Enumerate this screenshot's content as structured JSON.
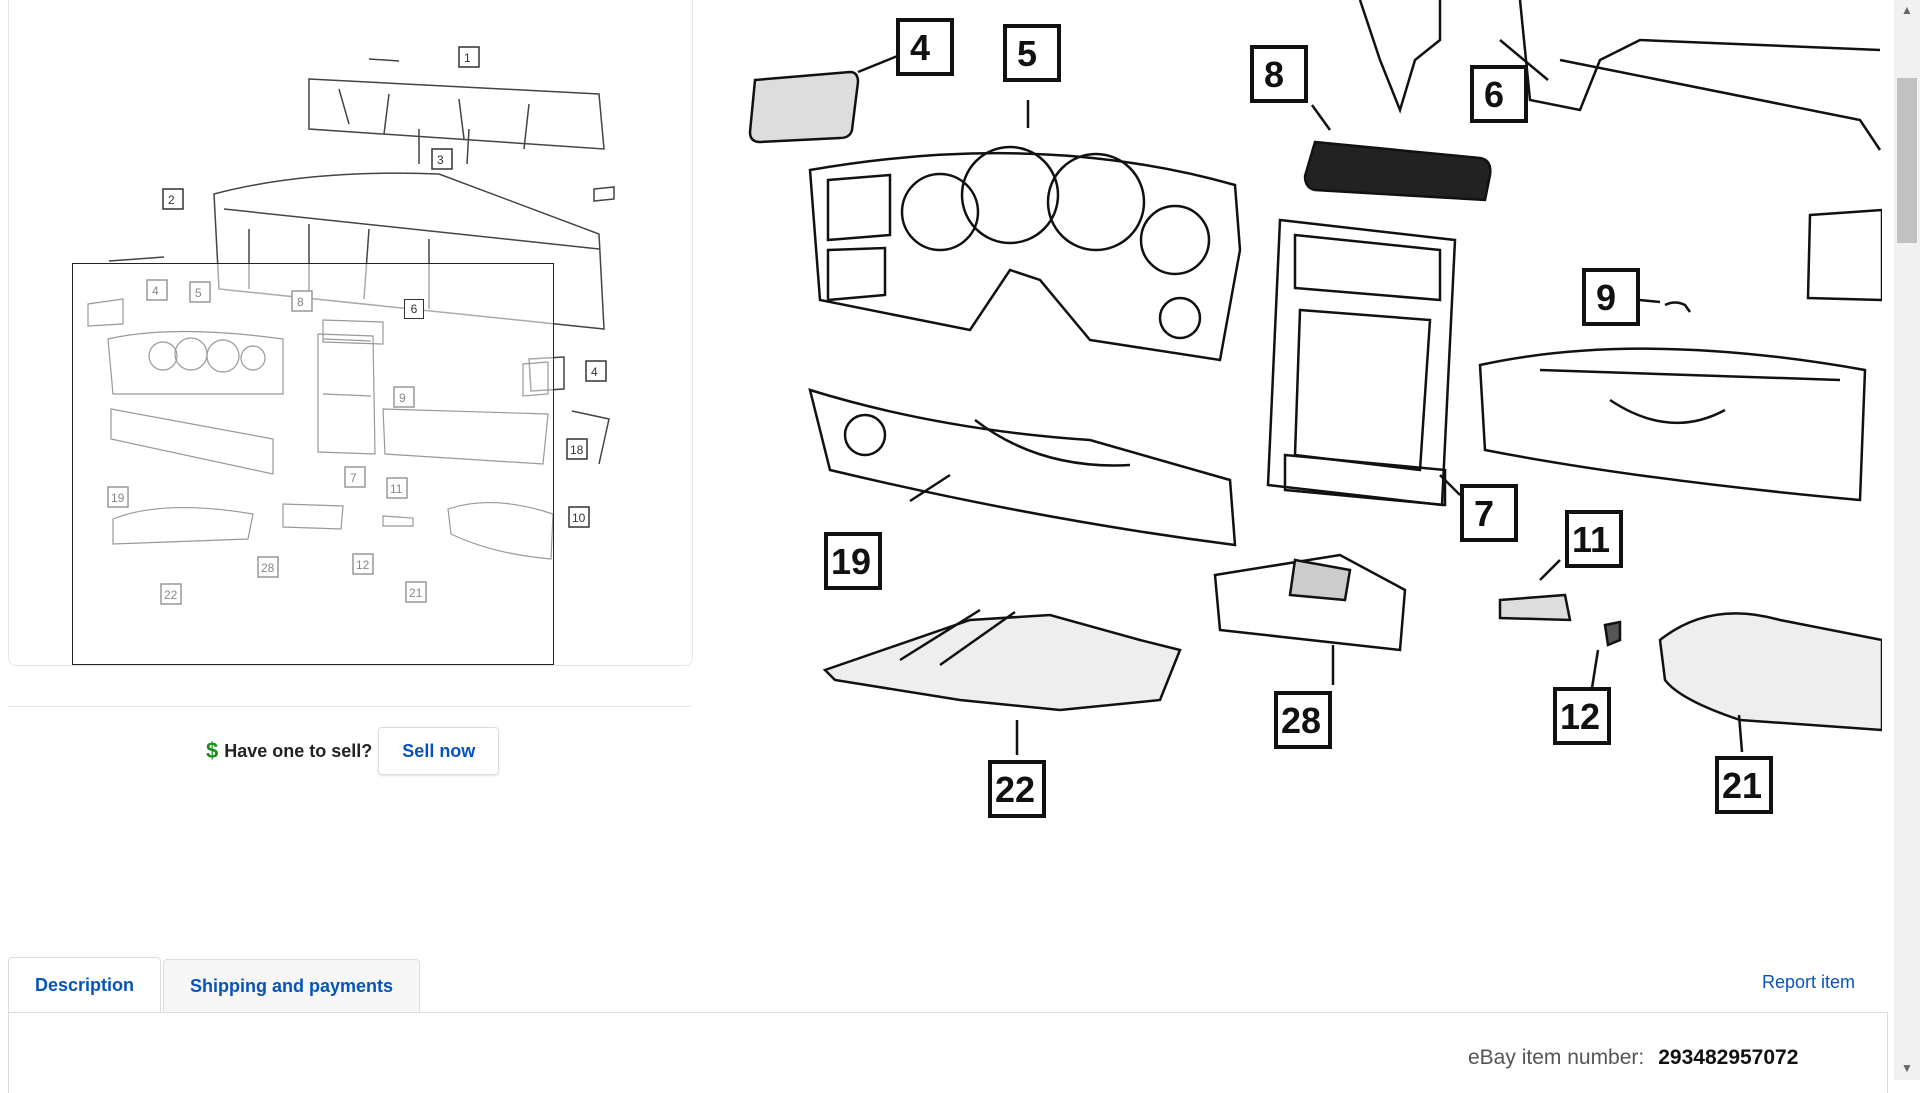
{
  "thumbnail": {
    "callouts": [
      "1",
      "2",
      "3",
      "4",
      "5",
      "6",
      "8",
      "4",
      "9",
      "18",
      "7",
      "11",
      "10",
      "19",
      "28",
      "12",
      "22",
      "21"
    ]
  },
  "sell": {
    "question": "Have one to sell?",
    "button": "Sell now"
  },
  "zoom": {
    "callouts": [
      "4",
      "5",
      "8",
      "6",
      "9",
      "7",
      "19",
      "11",
      "28",
      "12",
      "22",
      "21"
    ]
  },
  "tabs": [
    "Description",
    "Shipping and payments"
  ],
  "report_label": "Report item",
  "item_number": {
    "label": "eBay item number:",
    "value": "293482957072"
  },
  "colors": {
    "link": "#0654ba",
    "dollar": "#1a8d1a"
  }
}
